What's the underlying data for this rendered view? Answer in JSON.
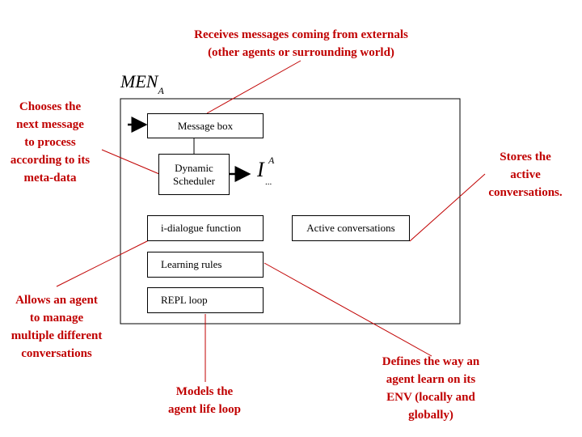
{
  "diagram": {
    "container_title": "MEN",
    "container_title_subscript": "A",
    "output_symbol": "I",
    "output_superscript": "A",
    "output_subscript": "...",
    "boxes": {
      "message_box": "Message box",
      "scheduler_line1": "Dynamic",
      "scheduler_line2": "Scheduler",
      "idialogue": "i-dialogue function",
      "active_conversations": "Active conversations",
      "learning_rules": "Learning rules",
      "repl_loop": "REPL loop"
    },
    "annotations": {
      "receives": [
        "Receives messages coming from externals",
        "(other agents or surrounding world)"
      ],
      "chooses": [
        "Chooses the",
        "next message",
        "to process",
        "according to its",
        "meta-data"
      ],
      "stores": [
        "Stores the",
        "active",
        "conversations."
      ],
      "allows": [
        "Allows an agent",
        "to manage",
        "multiple different",
        "conversations"
      ],
      "models": [
        "Models the",
        "agent life loop"
      ],
      "defines": [
        "Defines the way an",
        "agent learn on its",
        "ENV (locally and",
        "globally)"
      ]
    },
    "colors": {
      "annotation": "#c00000",
      "line": "#c00000",
      "box_border": "#000000"
    }
  }
}
